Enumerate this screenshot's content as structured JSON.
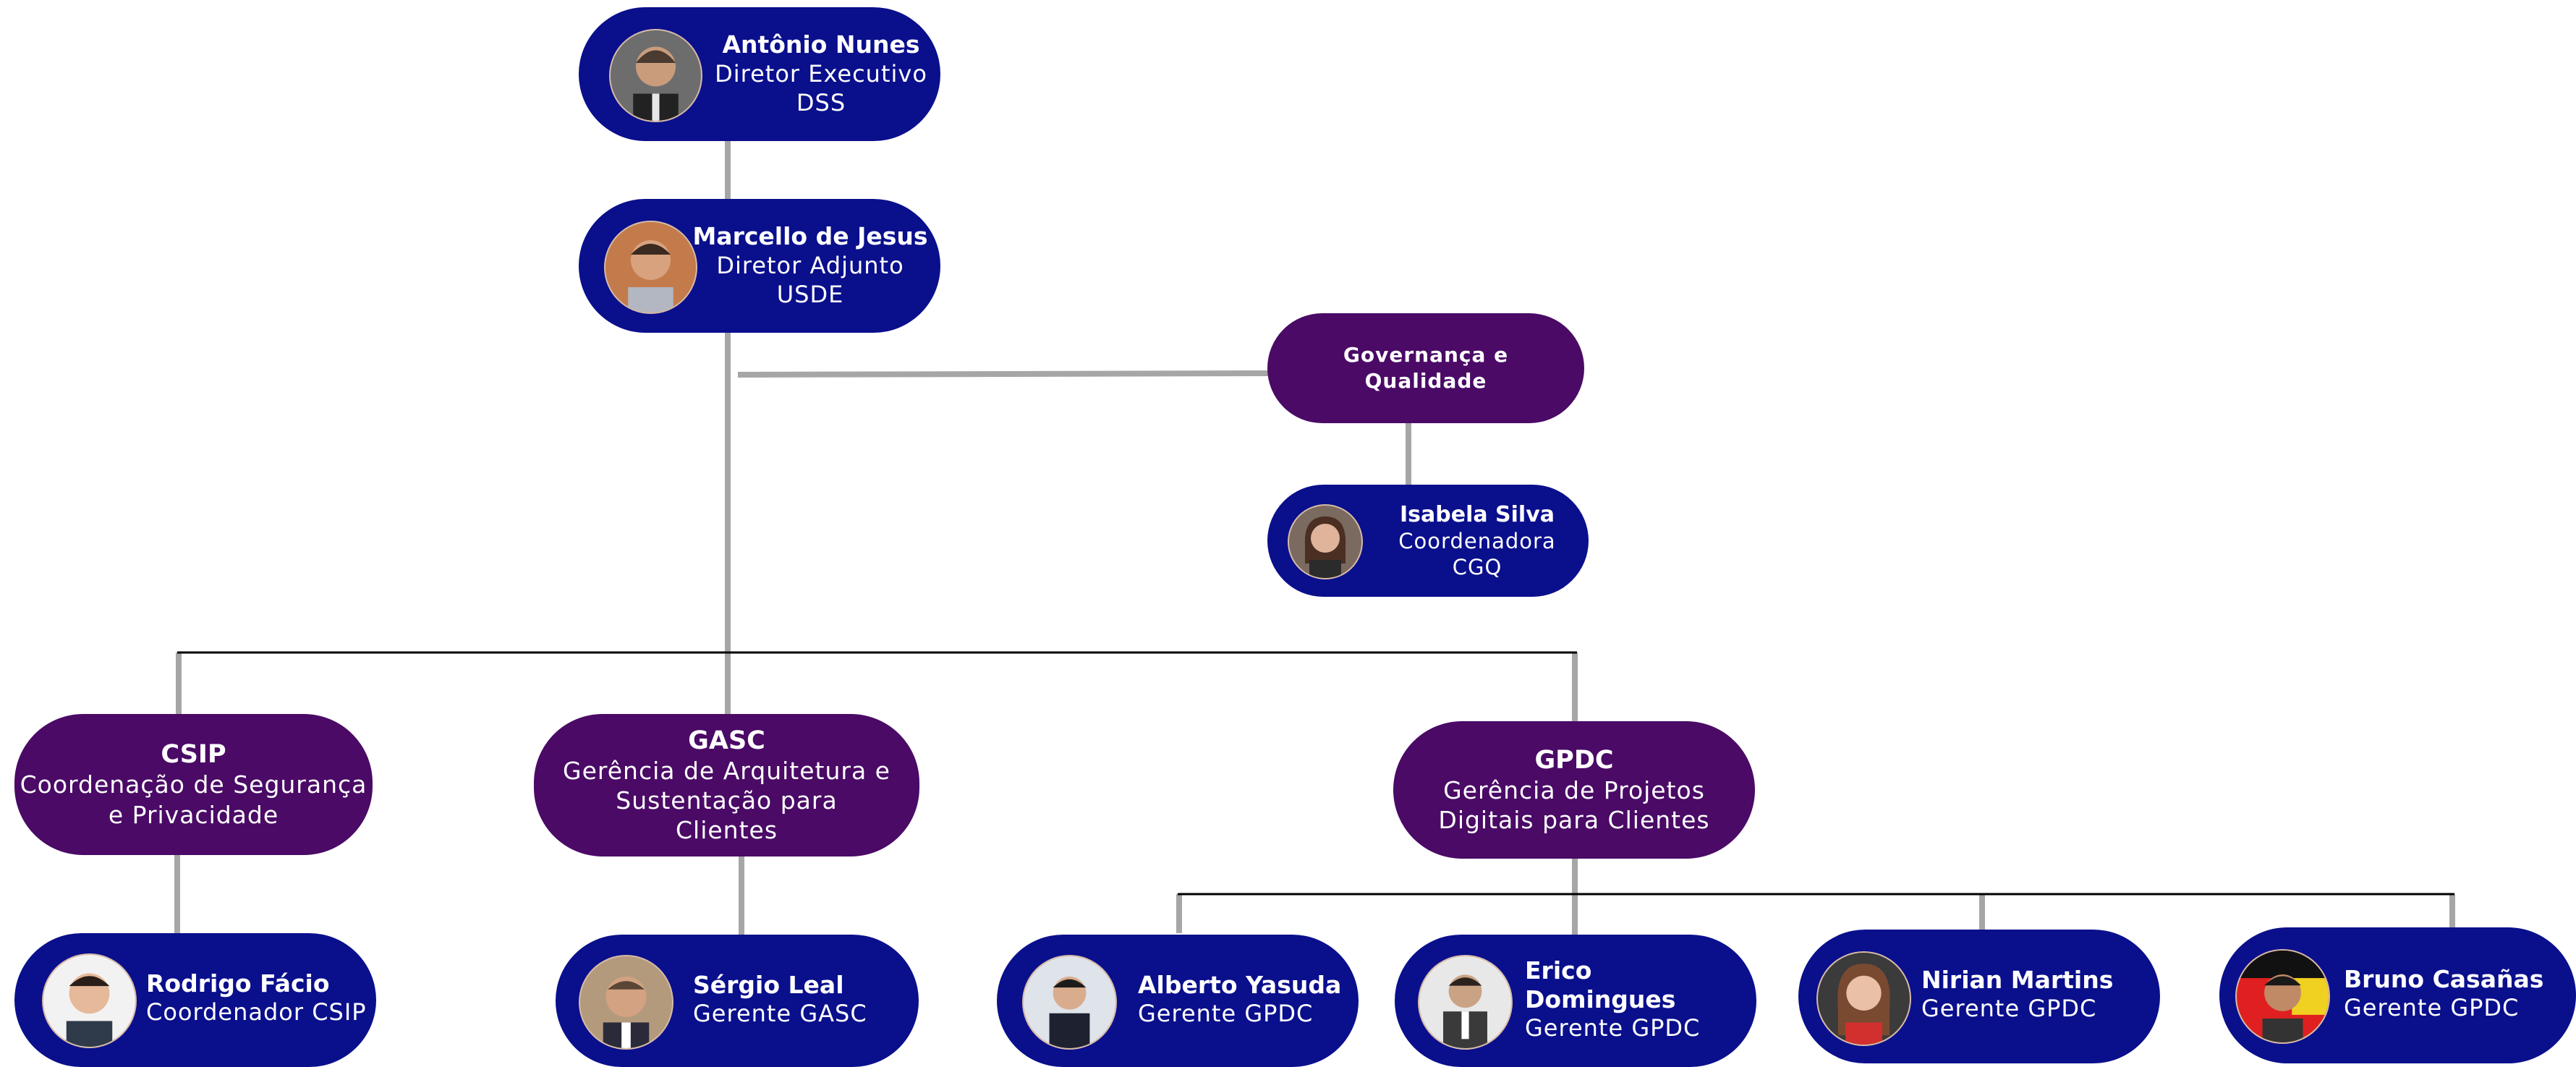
{
  "colors": {
    "person_box": "#0a0f8c",
    "unit_box": "#4a0a66",
    "connector_gray": "#a6a6a6",
    "connector_black": "#000000"
  },
  "people": {
    "antonio": {
      "name": "Antônio Nunes",
      "role": "Diretor Executivo",
      "unit": "DSS"
    },
    "marcello": {
      "name": "Marcello de Jesus",
      "role": "Diretor Adjunto",
      "unit": "USDE"
    },
    "isabela": {
      "name": "Isabela Silva",
      "role": "Coordenadora",
      "unit": "CGQ"
    },
    "rodrigo": {
      "name": "Rodrigo Fácio",
      "role": "Coordenador CSIP"
    },
    "sergio": {
      "name": "Sérgio Leal",
      "role": "Gerente GASC"
    },
    "alberto": {
      "name": "Alberto Yasuda",
      "role": "Gerente GPDC"
    },
    "erico": {
      "name": "Erico Domingues",
      "role": "Gerente GPDC"
    },
    "nirian": {
      "name": "Nirian Martins",
      "role": "Gerente GPDC"
    },
    "bruno": {
      "name": "Bruno Casañas",
      "role": "Gerente GPDC"
    }
  },
  "units": {
    "governanca": {
      "title_line1": "Governança e",
      "title_line2": "Qualidade"
    },
    "csip": {
      "title": "CSIP",
      "desc_line1": "Coordenação de Segurança",
      "desc_line2": "e Privacidade"
    },
    "gasc": {
      "title": "GASC",
      "desc_line1": "Gerência de Arquitetura e",
      "desc_line2": "Sustentação para",
      "desc_line3": "Clientes"
    },
    "gpdc": {
      "title": "GPDC",
      "desc_line1": "Gerência de Projetos",
      "desc_line2": "Digitais para Clientes"
    }
  }
}
